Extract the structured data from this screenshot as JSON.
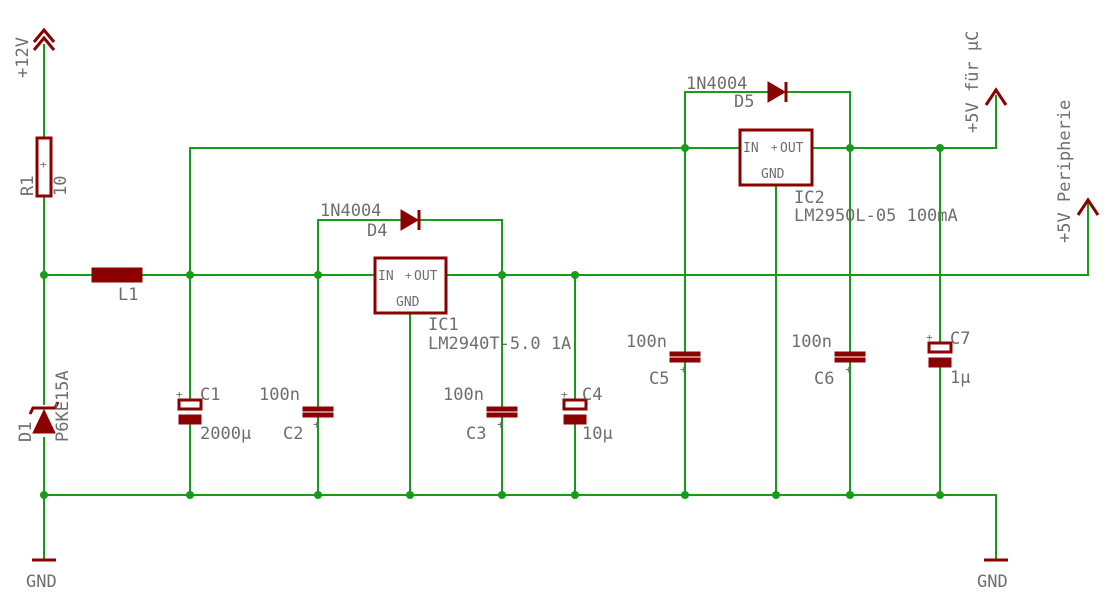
{
  "supply": {
    "in": "+12V",
    "out_uc": "+5V für µC",
    "out_periph": "+5V Peripherie"
  },
  "gnd": {
    "left": "GND",
    "right": "GND"
  },
  "r1": {
    "name": "R1",
    "value": "10"
  },
  "l1": {
    "name": "L1"
  },
  "d1": {
    "name": "D1",
    "value": "P6KE15A"
  },
  "c1": {
    "name": "C1",
    "value": "2000µ"
  },
  "c2": {
    "name": "C2",
    "value": "100n"
  },
  "c3": {
    "name": "C3",
    "value": "100n"
  },
  "c4": {
    "name": "C4",
    "value": "10µ"
  },
  "c5": {
    "name": "C5",
    "value": "100n"
  },
  "c6": {
    "name": "C6",
    "value": "100n"
  },
  "c7": {
    "name": "C7",
    "value": "1µ"
  },
  "d4": {
    "name": "D4",
    "value": "1N4004"
  },
  "d5": {
    "name": "D5",
    "value": "1N4004"
  },
  "ic1": {
    "name": "IC1",
    "value": "LM2940T-5.0 1A",
    "pin_in": "IN",
    "pin_out": "OUT",
    "pin_gnd": "GND"
  },
  "ic2": {
    "name": "IC2",
    "value": "LM2950L-05 100mA",
    "pin_in": "IN",
    "pin_out": "OUT",
    "pin_gnd": "GND"
  },
  "colors": {
    "wire": "#1a9a1a",
    "part": "#8b0000",
    "text": "#6e6e6e",
    "background": "#ffffff"
  }
}
